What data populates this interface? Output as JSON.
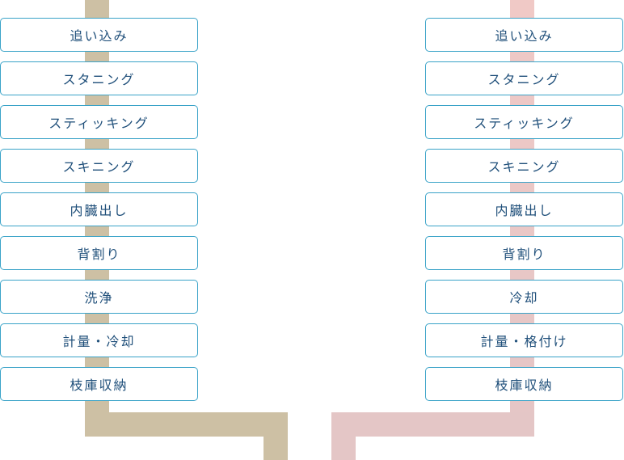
{
  "colors": {
    "left_pipe": "#cdc0a4",
    "right_pipe": "#e4c6c6",
    "right_pipe_top": "#f0c9c6",
    "box_border": "#3aa3c8",
    "text": "#1f4f7a"
  },
  "left_flow": {
    "steps": [
      {
        "label": "追い込み"
      },
      {
        "label": "スタニング"
      },
      {
        "label": "スティッキング"
      },
      {
        "label": "スキニング"
      },
      {
        "label": "内臓出し"
      },
      {
        "label": "背割り"
      },
      {
        "label": "洗浄"
      },
      {
        "label": "計量・冷却"
      },
      {
        "label": "枝庫収納"
      }
    ]
  },
  "right_flow": {
    "steps": [
      {
        "label": "追い込み"
      },
      {
        "label": "スタニング"
      },
      {
        "label": "スティッキング"
      },
      {
        "label": "スキニング"
      },
      {
        "label": "内臓出し"
      },
      {
        "label": "背割り"
      },
      {
        "label": "冷却"
      },
      {
        "label": "計量・格付け"
      },
      {
        "label": "枝庫収納"
      }
    ]
  }
}
